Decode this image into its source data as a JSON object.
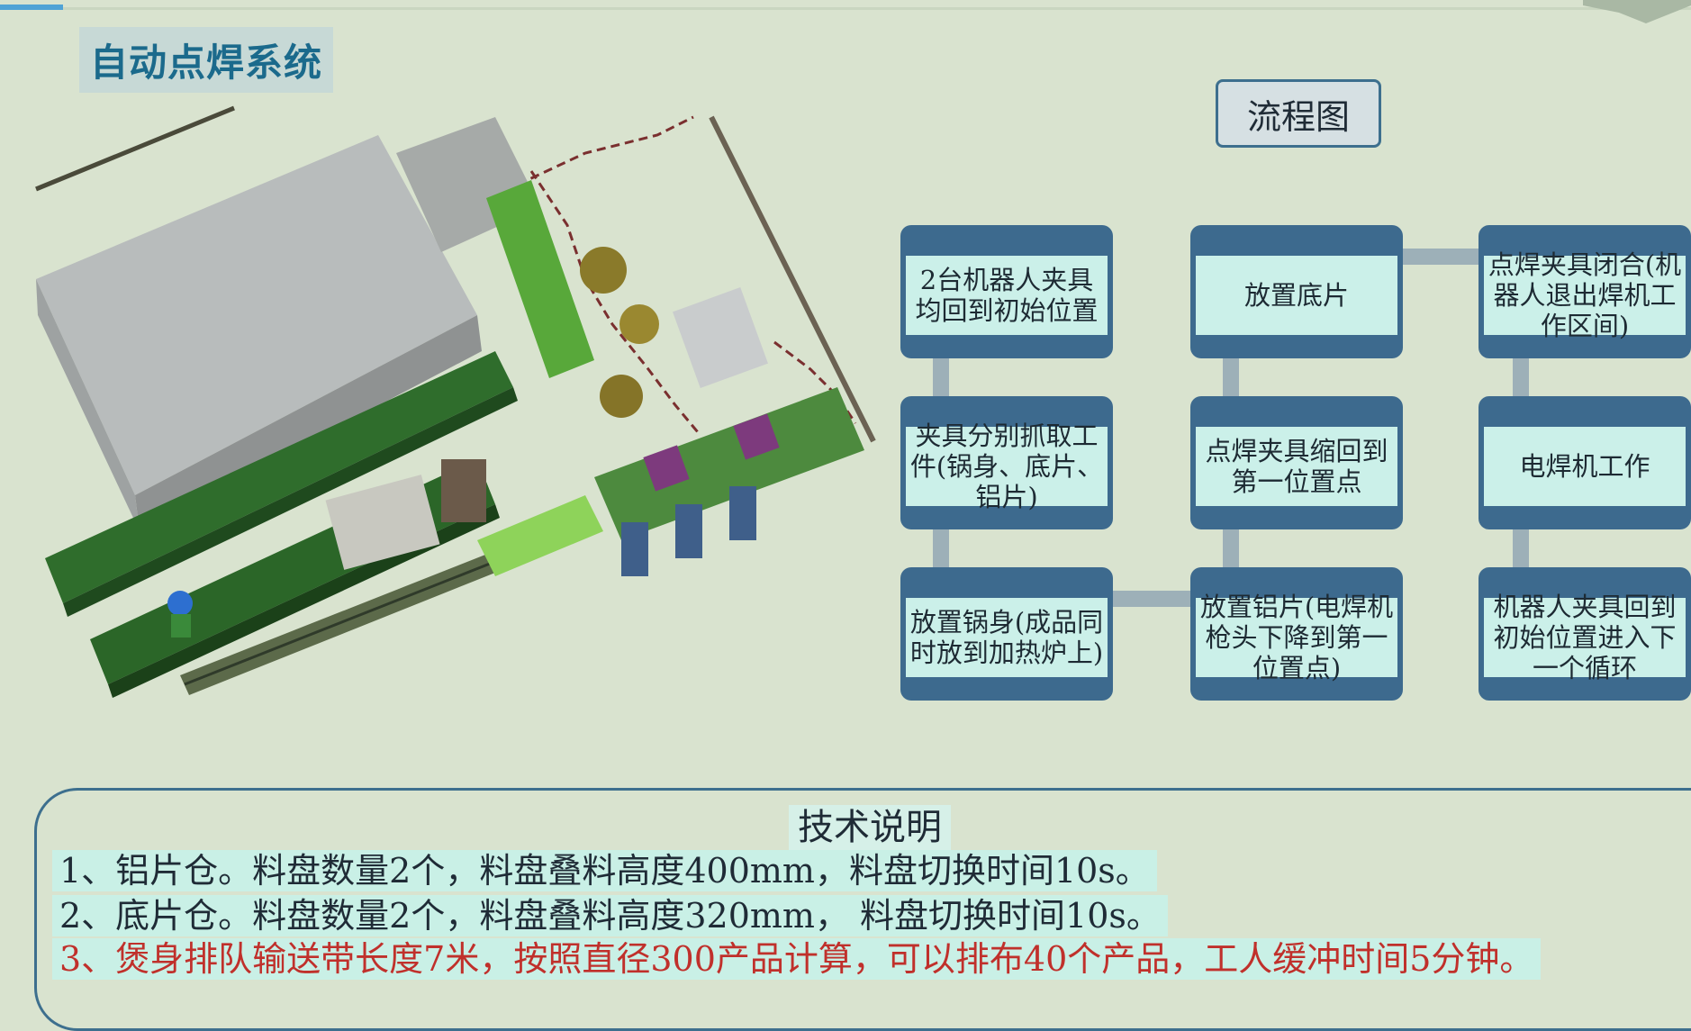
{
  "page": {
    "title": "自动点焊系统"
  },
  "flowchart": {
    "title": "流程图",
    "steps": [
      "2台机器人夹具均回到初始位置",
      "夹具分别抓取工件(锅身、底片、铝片)",
      "放置锅身(成品同时放到加热炉上)",
      "放置底片",
      "点焊夹具缩回到第一位置点",
      "放置铝片(电焊机枪头下降到第一位置点)",
      "点焊夹具闭合(机器人退出焊机工作区间)",
      "电焊机工作",
      "机器人夹具回到初始位置进入下一个循环"
    ]
  },
  "tech_notes": {
    "title": "技术说明",
    "lines": [
      "1、铝片仓。料盘数量2个，料盘叠料高度400mm，料盘切换时间10s。",
      "2、底片仓。料盘数量2个，料盘叠料高度320mm， 料盘切换时间10s。",
      "3、煲身排队输送带长度7米，按照直径300产品计算，可以排布40个产品，工人缓冲时间5分钟。"
    ],
    "highlight_color": "#c0302b"
  },
  "colors": {
    "background": "#d9e3cf",
    "box_fill": "#3d6a8e",
    "box_label": "#cbf0e9",
    "title_text": "#1b6a8c"
  }
}
